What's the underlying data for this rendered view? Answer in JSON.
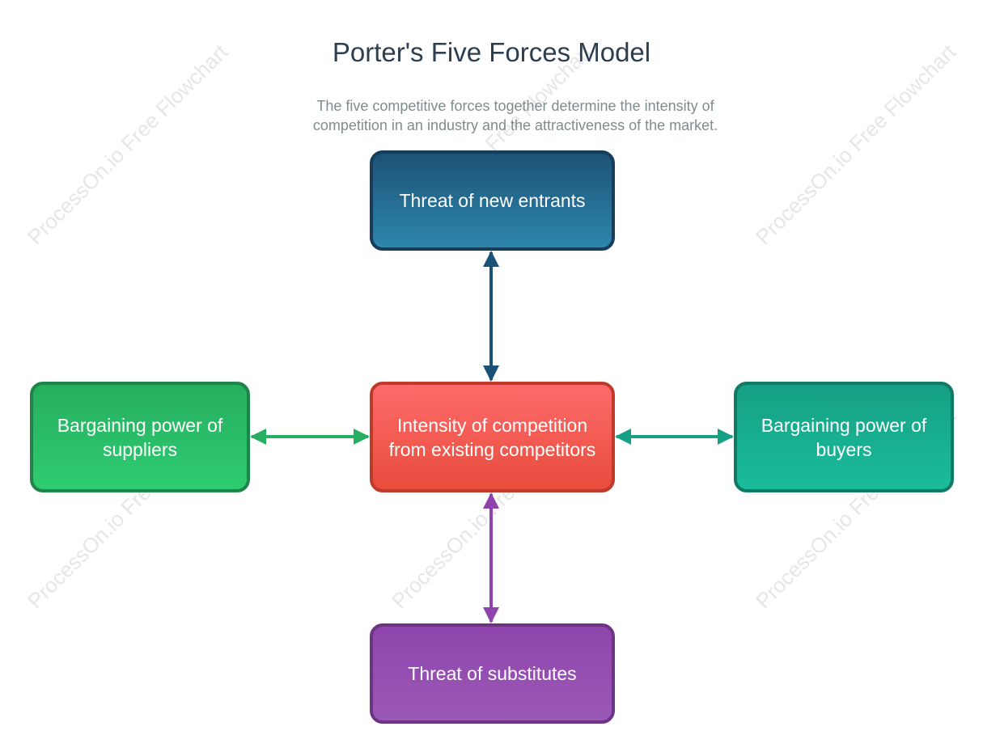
{
  "title": "Porter's Five Forces Model",
  "subtitle": "The five competitive forces together determine the intensity of competition in an industry and the attractiveness of the market.",
  "watermark": "ProcessOn.io Free Flowchart",
  "nodes": {
    "entrants": "Threat of new entrants",
    "center": "Intensity of competition from existing competitors",
    "suppliers": "Bargaining power of suppliers",
    "buyers": "Bargaining power of buyers",
    "substitutes": "Threat of substitutes"
  },
  "colors": {
    "entrants_arrow": "#1a5276",
    "suppliers_arrow": "#27ae60",
    "buyers_arrow": "#16a085",
    "substitutes_arrow": "#8e44ad",
    "title": "#2c3e50",
    "subtitle": "#7f8c8d"
  }
}
